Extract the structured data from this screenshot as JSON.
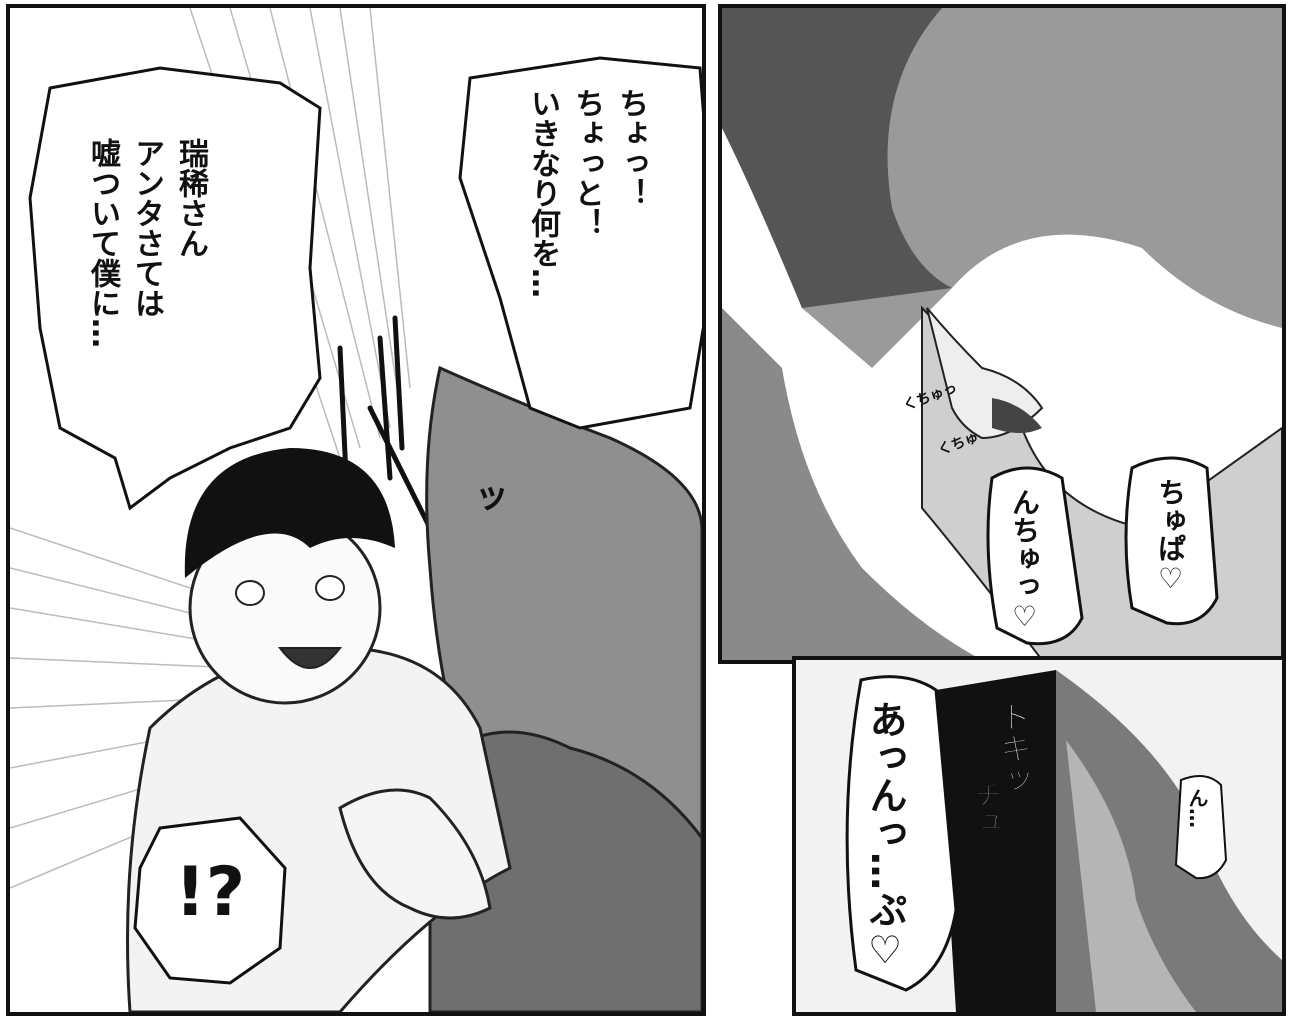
{
  "panel_left": {
    "bubble_boy": "瑞稀さん\nアンタさては\n嘘ついて僕に…",
    "bubble_surprise": "!?",
    "bubble_girl": "ちょっ！\nちょっと！\nいきなり何を…",
    "sfx_impact": "ッ"
  },
  "panel_top_right": {
    "sfx_kiss_small_1": "くちゅっ",
    "sfx_kiss_small_2": "くちゅ",
    "bubble_nchu": "んちゅっ♡",
    "bubble_chupa": "ちゅぱ♡"
  },
  "panel_bottom_right": {
    "bubble_an": "あっんっ…ぷ♡",
    "sfx_dokidoki": "ドキッ",
    "sfx_chu": "チュ",
    "bubble_n": "ん…"
  }
}
